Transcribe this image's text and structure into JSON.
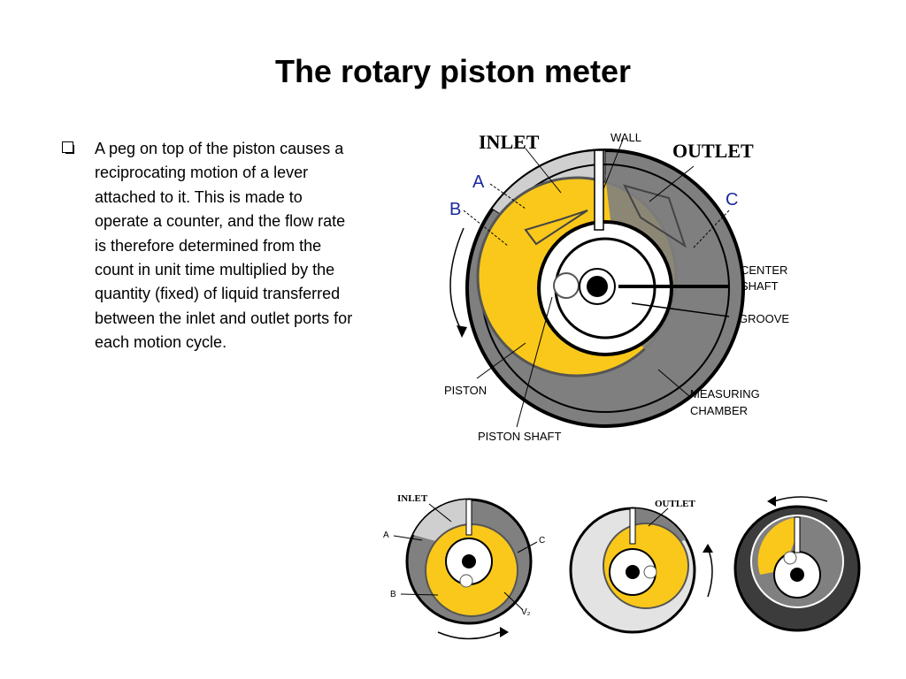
{
  "slide": {
    "title": "The rotary piston meter",
    "bullet_text": "A peg on top of the piston causes a reciprocating motion of a lever attached to it. This is made to operate a counter, and the flow rate is therefore determined from the count in unit time multiplied by the quantity (fixed) of liquid transferred between the inlet and outlet ports for each motion cycle."
  },
  "main_diagram": {
    "labels": {
      "inlet": "INLET",
      "wall": "WALL",
      "outlet": "OUTLET",
      "a": "A",
      "b": "B",
      "c": "C",
      "center_shaft_1": "CENTER",
      "center_shaft_2": "SHAFT",
      "groove": "GROOVE",
      "measuring_1": "MEASURING",
      "measuring_2": "CHAMBER",
      "piston": "PISTON",
      "piston_shaft": "PISTON SHAFT"
    }
  },
  "small_diagrams": {
    "labels": {
      "inlet": "INLET",
      "a": "A",
      "b": "B",
      "c": "C",
      "v2": "V₂",
      "outlet": "OUTLET"
    }
  },
  "colors": {
    "piston_yellow": "#f9c81a",
    "chamber_gray": "#808080",
    "light_gray": "#cfcfcf",
    "dark_gray": "#3c3c3c"
  }
}
